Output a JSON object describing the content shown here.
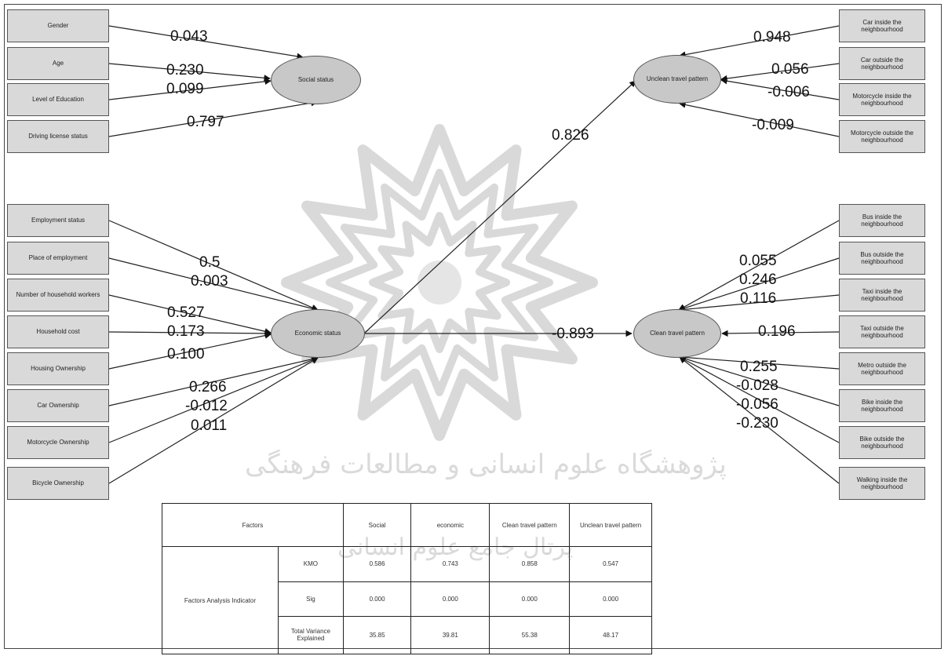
{
  "left_inputs_social": [
    {
      "label": "Gender",
      "coef": "0.043"
    },
    {
      "label": "Age",
      "coef": "0.230"
    },
    {
      "label": "Level of Education",
      "coef": "0.099"
    },
    {
      "label": "Driving license status",
      "coef": "0.797"
    }
  ],
  "left_inputs_economic": [
    {
      "label": "Employment status",
      "coef": "0.5"
    },
    {
      "label": "Place of employment",
      "coef": "0.003"
    },
    {
      "label": "Number of household workers",
      "coef": "0.527"
    },
    {
      "label": "Household cost",
      "coef": "0.173"
    },
    {
      "label": "Housing Ownership",
      "coef": "0.100"
    },
    {
      "label": "Car Ownership",
      "coef": "0.266"
    },
    {
      "label": "Motorcycle Ownership",
      "coef": "-0.012"
    },
    {
      "label": "Bicycle Ownership",
      "coef": "0.011"
    }
  ],
  "latent": {
    "social": "Social status",
    "economic": "Economic status",
    "unclean": "Unclean travel pattern",
    "clean": "Clean travel pattern"
  },
  "path_coefs": {
    "economic_to_unclean": "0.826",
    "economic_to_clean": "-0.893"
  },
  "right_unclean": [
    {
      "label": "Car inside the neighbourhood",
      "coef": "0.948"
    },
    {
      "label": "Car outside the neighbourhood",
      "coef": "0.056"
    },
    {
      "label": "Motorcycle inside the neighbourhood",
      "coef": "-0.006"
    },
    {
      "label": "Motorcycle outside the neighbourhood",
      "coef": "-0.009"
    }
  ],
  "right_clean": [
    {
      "label": "Bus inside the neighbourhood",
      "coef": "0.055"
    },
    {
      "label": "Bus outside the neighbourhood",
      "coef": "0.246"
    },
    {
      "label": "Taxi inside the neighbourhood",
      "coef": "0.116"
    },
    {
      "label": "Taxi outside the neighbourhood",
      "coef": "0.196"
    },
    {
      "label": "Metro outside the neighbourhood",
      "coef": "0.255"
    },
    {
      "label": "Bike inside the neighbourhood",
      "coef": "-0.028"
    },
    {
      "label": "Bike outside the neighbourhood",
      "coef": "-0.056"
    },
    {
      "label": "Walking inside the neighbourhood",
      "coef": "-0.230"
    }
  ],
  "table": {
    "header_label": "Factors",
    "columns": [
      "Social",
      "economic",
      "Clean travel pattern",
      "Unclean travel pattern"
    ],
    "group_label": "Factors Analysis Indicator",
    "rows": [
      {
        "label": "KMO",
        "values": [
          "0.586",
          "0.743",
          "0.858",
          "0.547"
        ]
      },
      {
        "label": "Sig",
        "values": [
          "0.000",
          "0.000",
          "0.000",
          "0.000"
        ]
      },
      {
        "label": "Total Variance Explained",
        "values": [
          "35.85",
          "39.81",
          "55.38",
          "48.17"
        ]
      }
    ]
  },
  "watermark": {
    "line1": "پژوهشگاه علوم انسانی و مطالعات فرهنگی",
    "line2": "پرتال جامع علوم انسانی"
  },
  "colors": {
    "box_fill": "#d9d9d9",
    "oval_fill": "#c8c8c8",
    "line": "#222222",
    "watermark": "#b4b4b4"
  }
}
